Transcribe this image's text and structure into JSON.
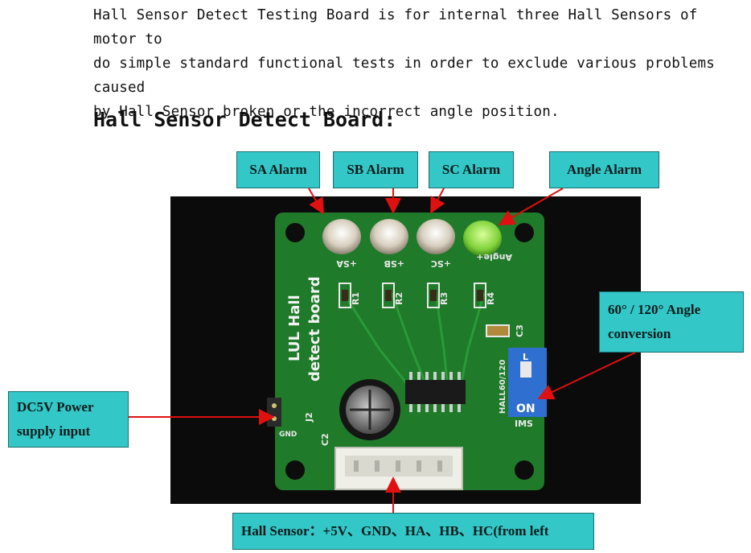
{
  "intro": {
    "line1": "Hall Sensor Detect Testing Board is for internal three Hall Sensors of motor to",
    "line2": "do simple standard functional tests in order to exclude various problems caused",
    "line3": "by Hall Sensor broken or the incorrect angle position."
  },
  "heading": "Hall Sensor Detect Board:",
  "labels": {
    "sa_alarm": "SA Alarm",
    "sb_alarm": "SB Alarm",
    "sc_alarm": "SC Alarm",
    "angle_alarm": "Angle Alarm",
    "angle_conversion_line1": "60° / 120° Angle",
    "angle_conversion_line2": "conversion",
    "power_line1": "DC5V Power",
    "power_line2": "supply input",
    "hall_sensor": "Hall Sensor：+5V、GND、HA、HB、HC(from left"
  },
  "board_silkscreen": {
    "title_line1": "LUL Hall",
    "title_line2": "detect board",
    "led_marks": [
      "+SA",
      "+SB",
      "+SC",
      "Angle+"
    ],
    "resistors": [
      "R1",
      "R2",
      "R3",
      "R4"
    ],
    "capacitors": [
      "C3",
      "C2"
    ],
    "connector": "J2",
    "switch_mark": "HALL60/120",
    "switch_text": "ON",
    "switch_l": "L",
    "ims": "IMS",
    "gnd": "GND"
  },
  "colors": {
    "label_bg": "#33c7c7",
    "arrow": "#e01010",
    "pcb": "#1f7a2a",
    "switch": "#2f6fd0"
  }
}
